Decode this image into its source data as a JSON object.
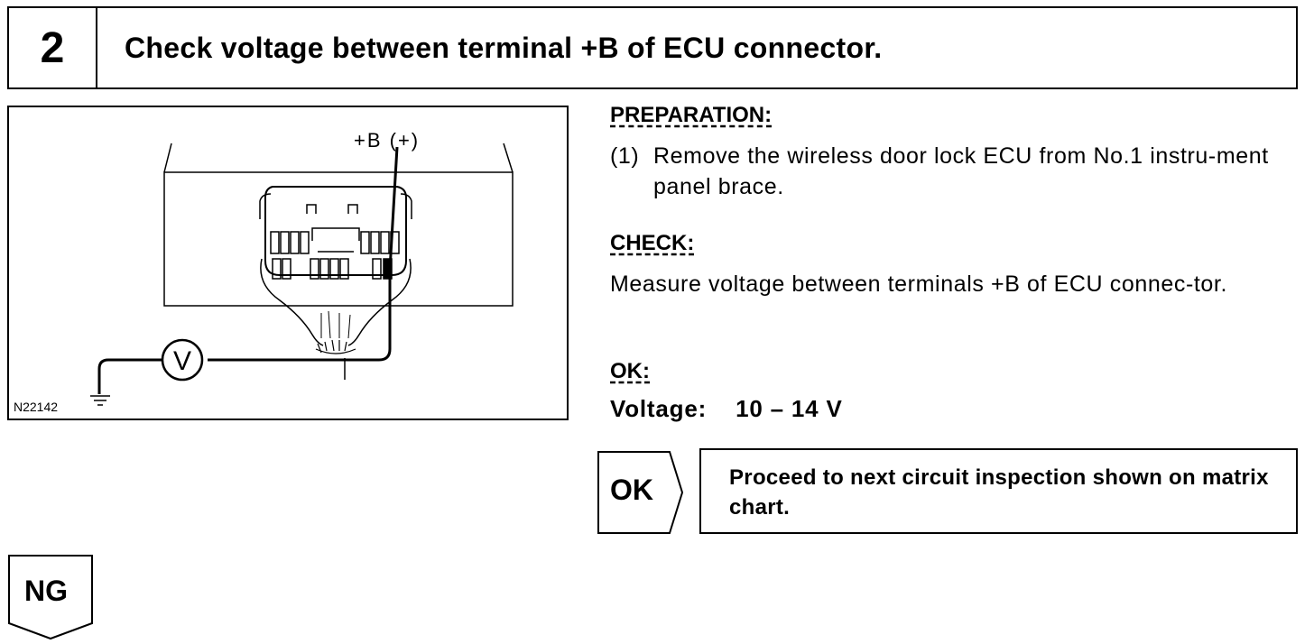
{
  "step": {
    "number": "2",
    "title": "Check voltage between terminal +B of ECU connector."
  },
  "diagram": {
    "terminal_label": "+B (+)",
    "meter_symbol": "V",
    "figure_id": "N22142",
    "icons": [
      "voltmeter-icon",
      "ground-icon",
      "ecu-connector-icon"
    ]
  },
  "preparation": {
    "label": "PREPARATION:",
    "item_number": "(1)",
    "item_text": "Remove the wireless door lock ECU from No.1 instru-ment panel brace."
  },
  "check": {
    "label": "CHECK:",
    "text": "Measure voltage between terminals +B of ECU connec-tor."
  },
  "ok_spec": {
    "label": "OK:",
    "voltage_label": "Voltage:",
    "voltage_value": "10 – 14 V"
  },
  "ok_branch": {
    "tag": "OK",
    "result": "Proceed to next circuit inspection shown on matrix chart."
  },
  "ng_branch": {
    "tag": "NG"
  }
}
